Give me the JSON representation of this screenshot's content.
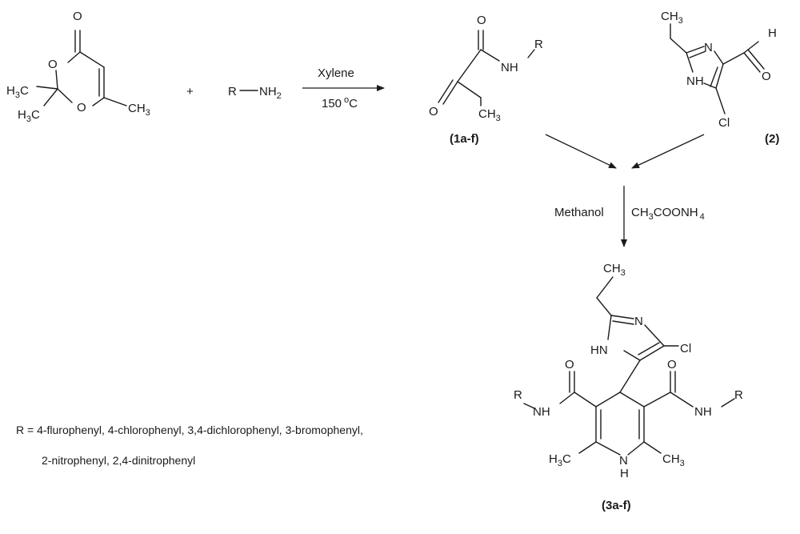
{
  "reagents": {
    "meldrum": {
      "O": "O",
      "H3C": "H",
      "sub3": "3",
      "C": "C",
      "CH": "CH",
      "three": "3"
    },
    "plus": "+",
    "amine": {
      "R": "R",
      "NH": "NH",
      "two": "2"
    }
  },
  "step1": {
    "solvent": "Xylene",
    "temp_num": "150",
    "temp_deg": "o",
    "temp_unit": "C"
  },
  "product1": {
    "O": "O",
    "NH": "NH",
    "R": "R",
    "CH": "CH",
    "three": "3",
    "code": "(1a-f)"
  },
  "aldehyde": {
    "CH": "CH",
    "three": "3",
    "N": "N",
    "H": "H",
    "O": "O",
    "NH": "NH",
    "Cl": "Cl",
    "code": "(2)"
  },
  "step2": {
    "solvent": "Methanol",
    "reagent_CH": "CH",
    "reagent_3": "3",
    "reagent_COONH": "COONH",
    "reagent_4": "4"
  },
  "product3": {
    "CH": "CH",
    "three": "3",
    "N": "N",
    "HN": "HN",
    "Cl": "Cl",
    "O": "O",
    "R": "R",
    "NH": "NH",
    "H3C": "H",
    "N1": "N",
    "H1": "H",
    "code": "(3a-f)"
  },
  "substituents": {
    "line1": "R = 4-flurophenyl, 4-chlorophenyl, 3,4-dichlorophenyl, 3-bromophenyl,",
    "line2": "2-nitrophenyl, 2,4-dinitrophenyl"
  }
}
